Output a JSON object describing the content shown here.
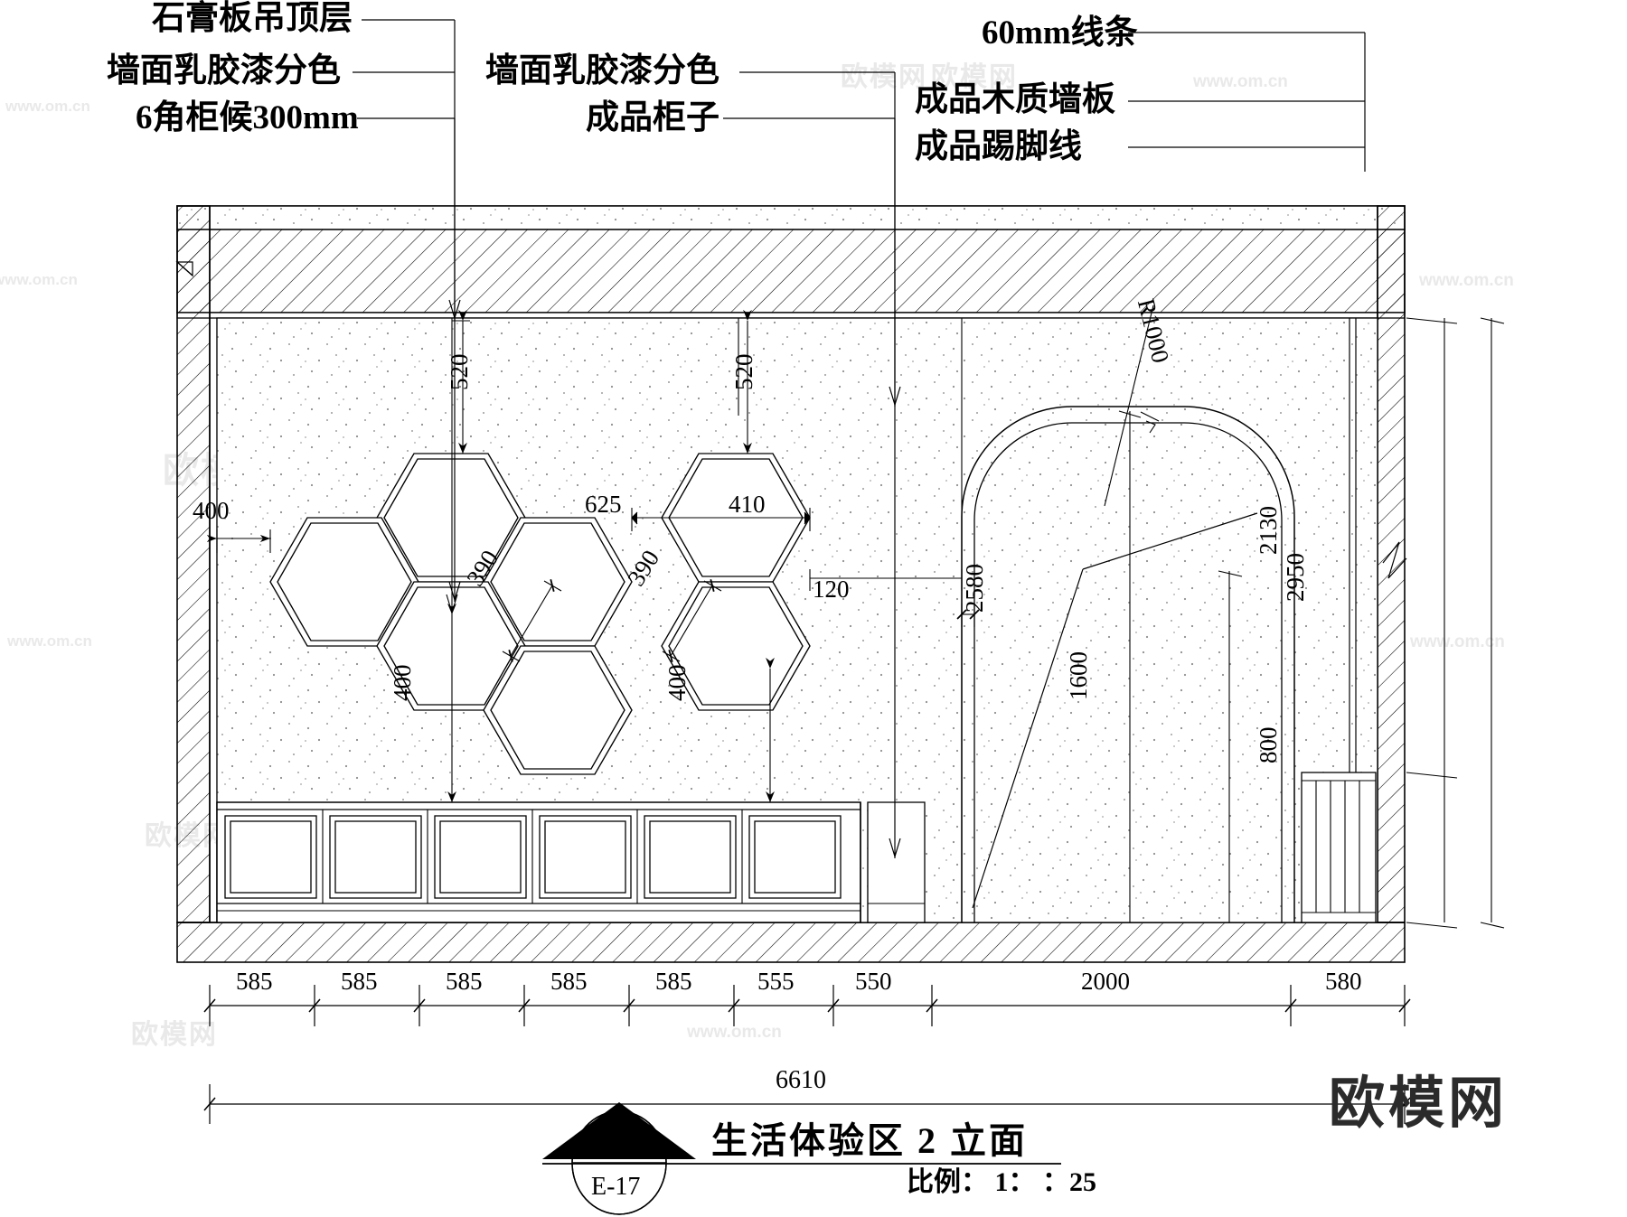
{
  "drawing": {
    "title": "生活体验区 2 立面",
    "scale_label": "比例： 1： ：25",
    "section_marker": {
      "number": "2",
      "sheet": "E-17"
    }
  },
  "annotations": {
    "left": [
      {
        "text": "石膏板吊顶层"
      },
      {
        "text": "墙面乳胶漆分色"
      },
      {
        "text": "6角柜候300mm"
      }
    ],
    "middle": [
      {
        "text": "墙面乳胶漆分色"
      },
      {
        "text": "成品柜子"
      }
    ],
    "right": [
      {
        "text": "60mm线条"
      },
      {
        "text": "成品木质墙板"
      },
      {
        "text": "成品踢脚线"
      }
    ]
  },
  "dimensions": {
    "hex_left": {
      "offset_from_wall": "400",
      "top_drop": "520",
      "edge_a": "390",
      "bottom_drop": "400"
    },
    "hex_right": {
      "gap_between_clusters": "625",
      "top_drop": "520",
      "edge_a": "390",
      "bottom_drop": "400",
      "to_arch": "410"
    },
    "arch": {
      "radius": "R1000",
      "jamb_thickness": "120",
      "opening_height": "2580",
      "panel_height": "1600"
    },
    "right_chain": {
      "upper": "2130",
      "total": "2950",
      "lower": "800"
    },
    "bottom_chain": [
      "585",
      "585",
      "585",
      "585",
      "585",
      "555",
      "550",
      "2000",
      "580"
    ],
    "overall_width": "6610"
  },
  "watermarks": {
    "small": "www.om.cn",
    "logo_small": "欧模网",
    "logo_large": "欧模网"
  },
  "chart_data": {
    "type": "table",
    "title": "生活体验区 2 立面",
    "categories": [
      "585",
      "585",
      "585",
      "585",
      "585",
      "555",
      "550",
      "2000",
      "580"
    ],
    "values": [
      585,
      585,
      585,
      585,
      585,
      555,
      550,
      2000,
      580
    ],
    "xlabel": "6610",
    "ylabel": "2950",
    "annotations": [
      "520",
      "400",
      "390",
      "625",
      "410",
      "120",
      "2580",
      "1600",
      "R1000",
      "2130",
      "800"
    ]
  }
}
